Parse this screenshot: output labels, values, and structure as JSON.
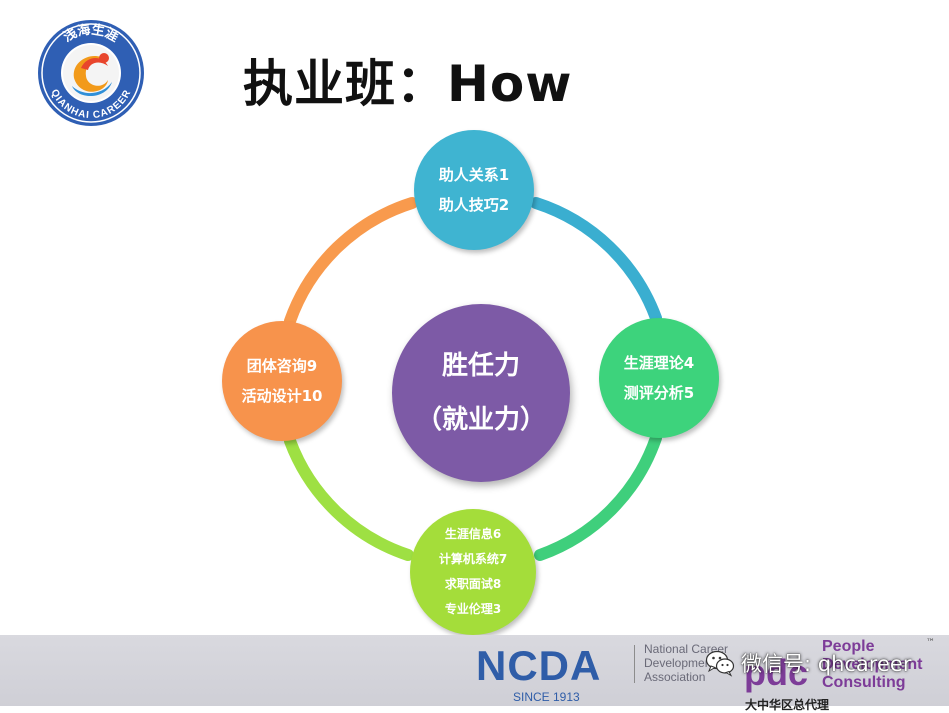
{
  "slide": {
    "title": "执业班：How"
  },
  "logo": {
    "top_text": "浅海生涯",
    "bottom_text": "QIANHAI CAREER"
  },
  "diagram": {
    "center": {
      "line1": "胜任力",
      "line2": "（就业力）",
      "color": "#7d5aa6"
    },
    "nodes": [
      {
        "position": "top",
        "lines": [
          "助人关系1",
          "助人技巧2"
        ],
        "color": "#3fb4d1"
      },
      {
        "position": "right",
        "lines": [
          "生涯理论4",
          "测评分析5"
        ],
        "color": "#3dd37c"
      },
      {
        "position": "bottom",
        "lines": [
          "生涯信息6",
          "计算机系统7",
          "求职面试8",
          "专业伦理3"
        ],
        "color": "#a4dd3a"
      },
      {
        "position": "left",
        "lines": [
          "团体咨询9",
          "活动设计10"
        ],
        "color": "#f7934c"
      }
    ]
  },
  "footer": {
    "ncda": "NCDA",
    "ncda_since": "SINCE 1913",
    "ncda_name_lines": [
      "National Career",
      "Development",
      "Association"
    ],
    "pdc_logo": "pdc",
    "pdc_lines": [
      "People",
      "Development",
      "Consulting"
    ],
    "tm": "™",
    "cn_agent": "大中华区总代理"
  },
  "watermark": {
    "icon": "wechat-icon",
    "text": "微信号: qhcareer"
  }
}
